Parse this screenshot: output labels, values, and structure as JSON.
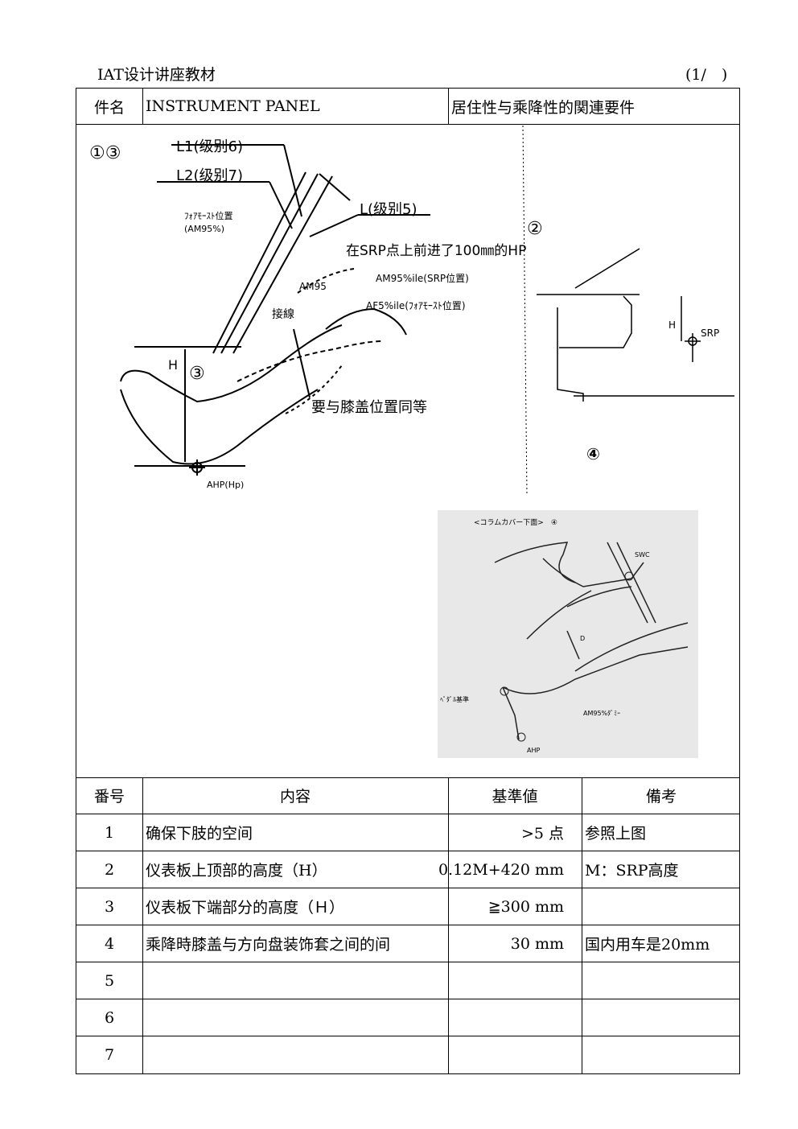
{
  "header": {
    "title": "IAT设计讲座教材",
    "page": "(1/　)"
  },
  "title_row": {
    "label": "件名",
    "part": "INSTRUMENT PANEL",
    "subject": "居住性与乘降性的関連要件"
  },
  "figure_left": {
    "marker": "①③",
    "l1": "L1(级别6)",
    "l2": "L2(级别7)",
    "l": "L(级别5)",
    "foremost": "ﾌｫｱﾓｰｽﾄ位置",
    "am95pct": "(AM95%)",
    "srp_note": "在SRP点上前进了100㎜的HP",
    "am95": "AM95",
    "am95_srp": "AM95%ile(SRP位置)",
    "tangent": "接線",
    "af5": "AF5%ile(ﾌｫｱﾓｰｽﾄ位置)",
    "h_label": "H",
    "circle3": "③",
    "knee_note": "要与膝盖位置同等",
    "ahp": "AHP(Hp)"
  },
  "figure_right": {
    "marker": "②",
    "h_label": "H",
    "srp": "SRP",
    "marker4": "④"
  },
  "figure_photo": {
    "caption": "<コラムカバー下面>　④",
    "swc": "SWC",
    "d_label": "D",
    "pedal": "ﾍﾟﾀﾞﾙ基準",
    "dummy": "AM95%ﾀﾞﾐｰ",
    "ahp": "AHP"
  },
  "table": {
    "headers": [
      "番号",
      "内容",
      "基準値",
      "備考"
    ],
    "rows": [
      {
        "no": "1",
        "content": "确保下肢的空间",
        "value": ">5 点",
        "note": "参照上图"
      },
      {
        "no": "2",
        "content": "仪表板上顶部的高度（H）",
        "value": "0.12M+420 mm",
        "note": "M：SRP高度"
      },
      {
        "no": "3",
        "content": "仪表板下端部分的高度（Ｈ）",
        "value": "≧300 mm",
        "note": ""
      },
      {
        "no": "4",
        "content": "乘降時膝盖与方向盘装饰套之间的间",
        "value": "30 mm",
        "note": "国内用车是20mm"
      },
      {
        "no": "5",
        "content": "",
        "value": "",
        "note": ""
      },
      {
        "no": "6",
        "content": "",
        "value": "",
        "note": ""
      },
      {
        "no": "7",
        "content": "",
        "value": "",
        "note": ""
      }
    ]
  }
}
